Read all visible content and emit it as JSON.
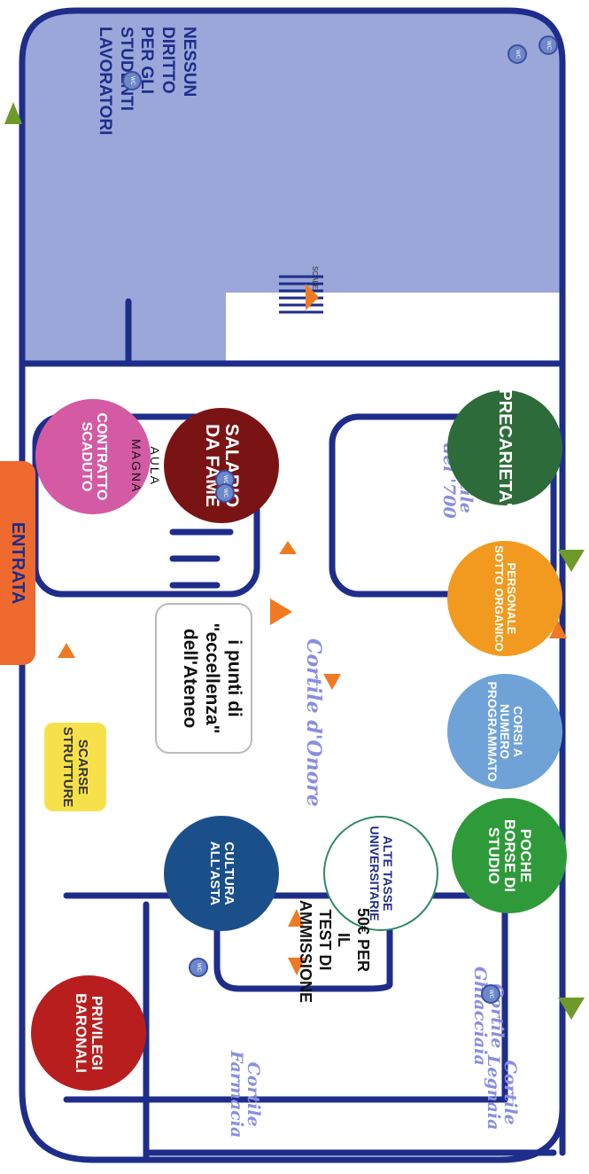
{
  "courtyards": {
    "legnaia": "Cortile\nLegnaia",
    "farmacia": "Cortile\nFarmacia",
    "ghiacciaia": "Cortile\nGhiacciaia",
    "onore": "Cortile d'Onore",
    "settecento": "Cortile\ndel '700"
  },
  "circles": {
    "privilegi": {
      "label": "PRIVILEGI\nBARONALI",
      "color": "#b81e1e"
    },
    "poche_borse": {
      "label": "POCHE\nBORSE DI\nSTUDIO",
      "color": "#2f9a3a"
    },
    "alte_tasse": {
      "label": "ALTE TASSE\nUNIVERSITARIE",
      "color": "#ffffff"
    },
    "cultura": {
      "label": "CULTURA\nALL'ASTA",
      "color": "#1b4f8a"
    },
    "corsi": {
      "label": "CORSI A\nNUMERO\nPROGRAMMATO",
      "color": "#6fa3d8"
    },
    "personale": {
      "label": "PERSONALE\nSOTTO ORGANICO",
      "color": "#f29a1f"
    },
    "precarieta": {
      "label": "PRECARIETA'",
      "color": "#2e6b3a"
    },
    "salario": {
      "label": "SALARIO\nDA FAME",
      "color": "#7a1414"
    },
    "contratto": {
      "label": "CONTRATTO\nSCADUTO",
      "color": "#d45aa3"
    }
  },
  "test_box": "50€ PER IL\nTEST DI\nAMMISSIONE",
  "scarse": {
    "label": "SCARSE\nSTRUTTURE",
    "color": "#f7e14a"
  },
  "center_label": "i punti di\n\"eccellenza\"\ndell'Ateneo",
  "aula_magna": "AULA\nMAGNA",
  "entrata": {
    "label": "ENTRATA",
    "color": "#ef6a2e"
  },
  "nessun": "NESSUN\nDIRITTO\nPER GLI\nSTUDENTI\nLAVORATORI",
  "scale_label": "SCALE",
  "colors": {
    "wall": "#1f2d8a",
    "courtyard_text": "#8a8ee0",
    "orange_marker": "#f07a22",
    "green_marker": "#6e9a2a",
    "shade": "#8a97d2"
  }
}
